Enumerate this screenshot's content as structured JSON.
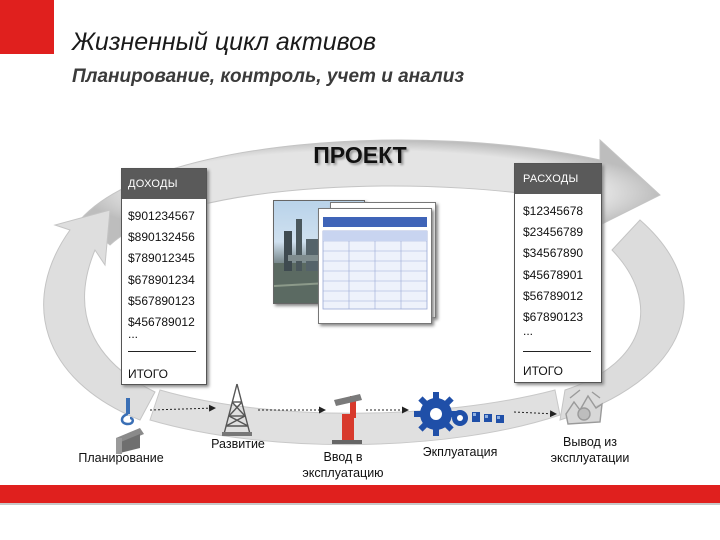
{
  "slide": {
    "title": "Жизненный цикл активов",
    "subtitle": "Планирование, контроль, учет и анализ"
  },
  "project": {
    "title": "ПРОЕКТ"
  },
  "income": {
    "header": "ДОХОДЫ",
    "values": [
      "$901234567",
      "$890132456",
      "$789012345",
      "$678901234",
      "$567890123",
      "$456789012"
    ],
    "ellipsis": "...",
    "total": "ИТОГО"
  },
  "expenses": {
    "header": "РАСХОДЫ",
    "values": [
      "$12345678",
      "$23456789",
      "$34567890",
      "$45678901",
      "$56789012",
      "$67890123"
    ],
    "ellipsis": "...",
    "total": "ИТОГО"
  },
  "stages": [
    {
      "label": "Планирование",
      "icon": "crane-hook-icon"
    },
    {
      "label": "Развитие",
      "icon": "tower-icon"
    },
    {
      "label": "Ввод в\nэксплуатацию",
      "icon": "pump-jack-icon"
    },
    {
      "label": "Экплуатация",
      "icon": "gears-icon"
    },
    {
      "label": "Вывод из\nэксплуатации",
      "icon": "scrap-icon"
    }
  ],
  "colors": {
    "brand_red": "#e0201e",
    "ring_gray": "#d9d9d9",
    "header_gray": "#5a5a5a",
    "gear_blue": "#1f4fa8"
  }
}
